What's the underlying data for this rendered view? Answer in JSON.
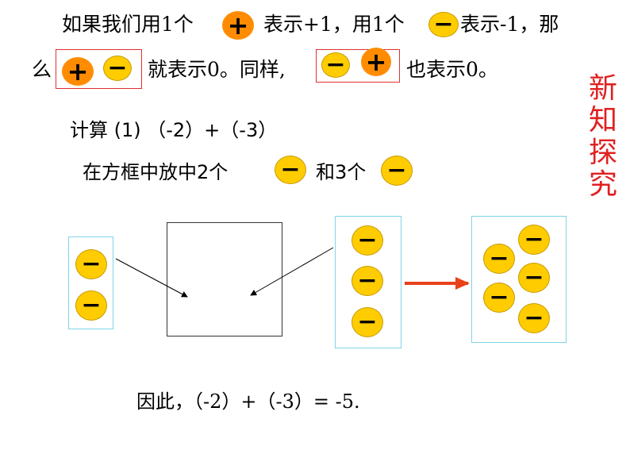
{
  "intro": {
    "line1_a": "如果我们用1个",
    "line1_b": "表示+1，用1个",
    "line1_c": "表示-1，那",
    "line2_a": "么",
    "line2_b": "就表示0。同样,",
    "line2_c": "也表示0。"
  },
  "side_title": [
    "新",
    "知",
    "探",
    "究"
  ],
  "exercise": {
    "heading": "计算 (1) （-2）+（-3）",
    "instruction_a": "在方框中放中2个",
    "instruction_b": "和3个"
  },
  "conclusion": "因此，（-2）+（-3）= -5.",
  "chips": {
    "plus": "+",
    "minus": "−"
  },
  "colors": {
    "plus_chip": "#ff8c00",
    "minus_chip": "#ffcc00",
    "accent_red": "#e02020",
    "arrow_red": "#e8421b",
    "box_blue": "#7fd4e8"
  }
}
